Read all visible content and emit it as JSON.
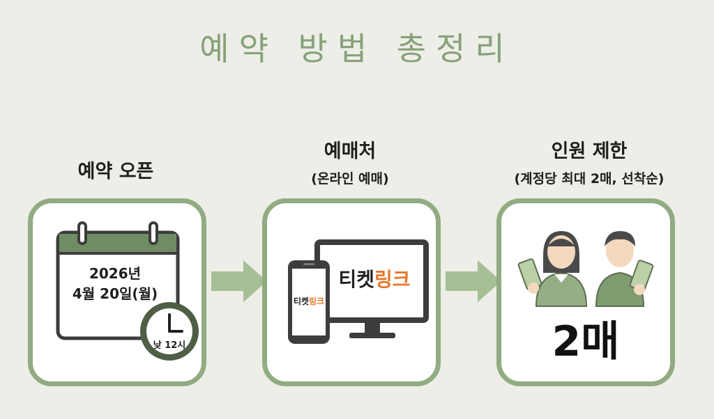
{
  "title": "예약 방법 총정리",
  "columns": [
    {
      "heading": "예약 오픈",
      "date_year": "2026년",
      "date_day": "4월 20일(월)",
      "time": "낮 12시"
    },
    {
      "heading": "예매처",
      "subheading": "(온라인 예매)",
      "brand_part1": "티켓",
      "brand_part2": "링크"
    },
    {
      "heading": "인원 제한",
      "subheading": "(계정당 최대 2매, 선착순)",
      "count": "2매"
    }
  ],
  "colors": {
    "accent": "#92ab83",
    "title": "#87a17a",
    "brand_orange": "#e8782a",
    "background": "#eceee7"
  }
}
